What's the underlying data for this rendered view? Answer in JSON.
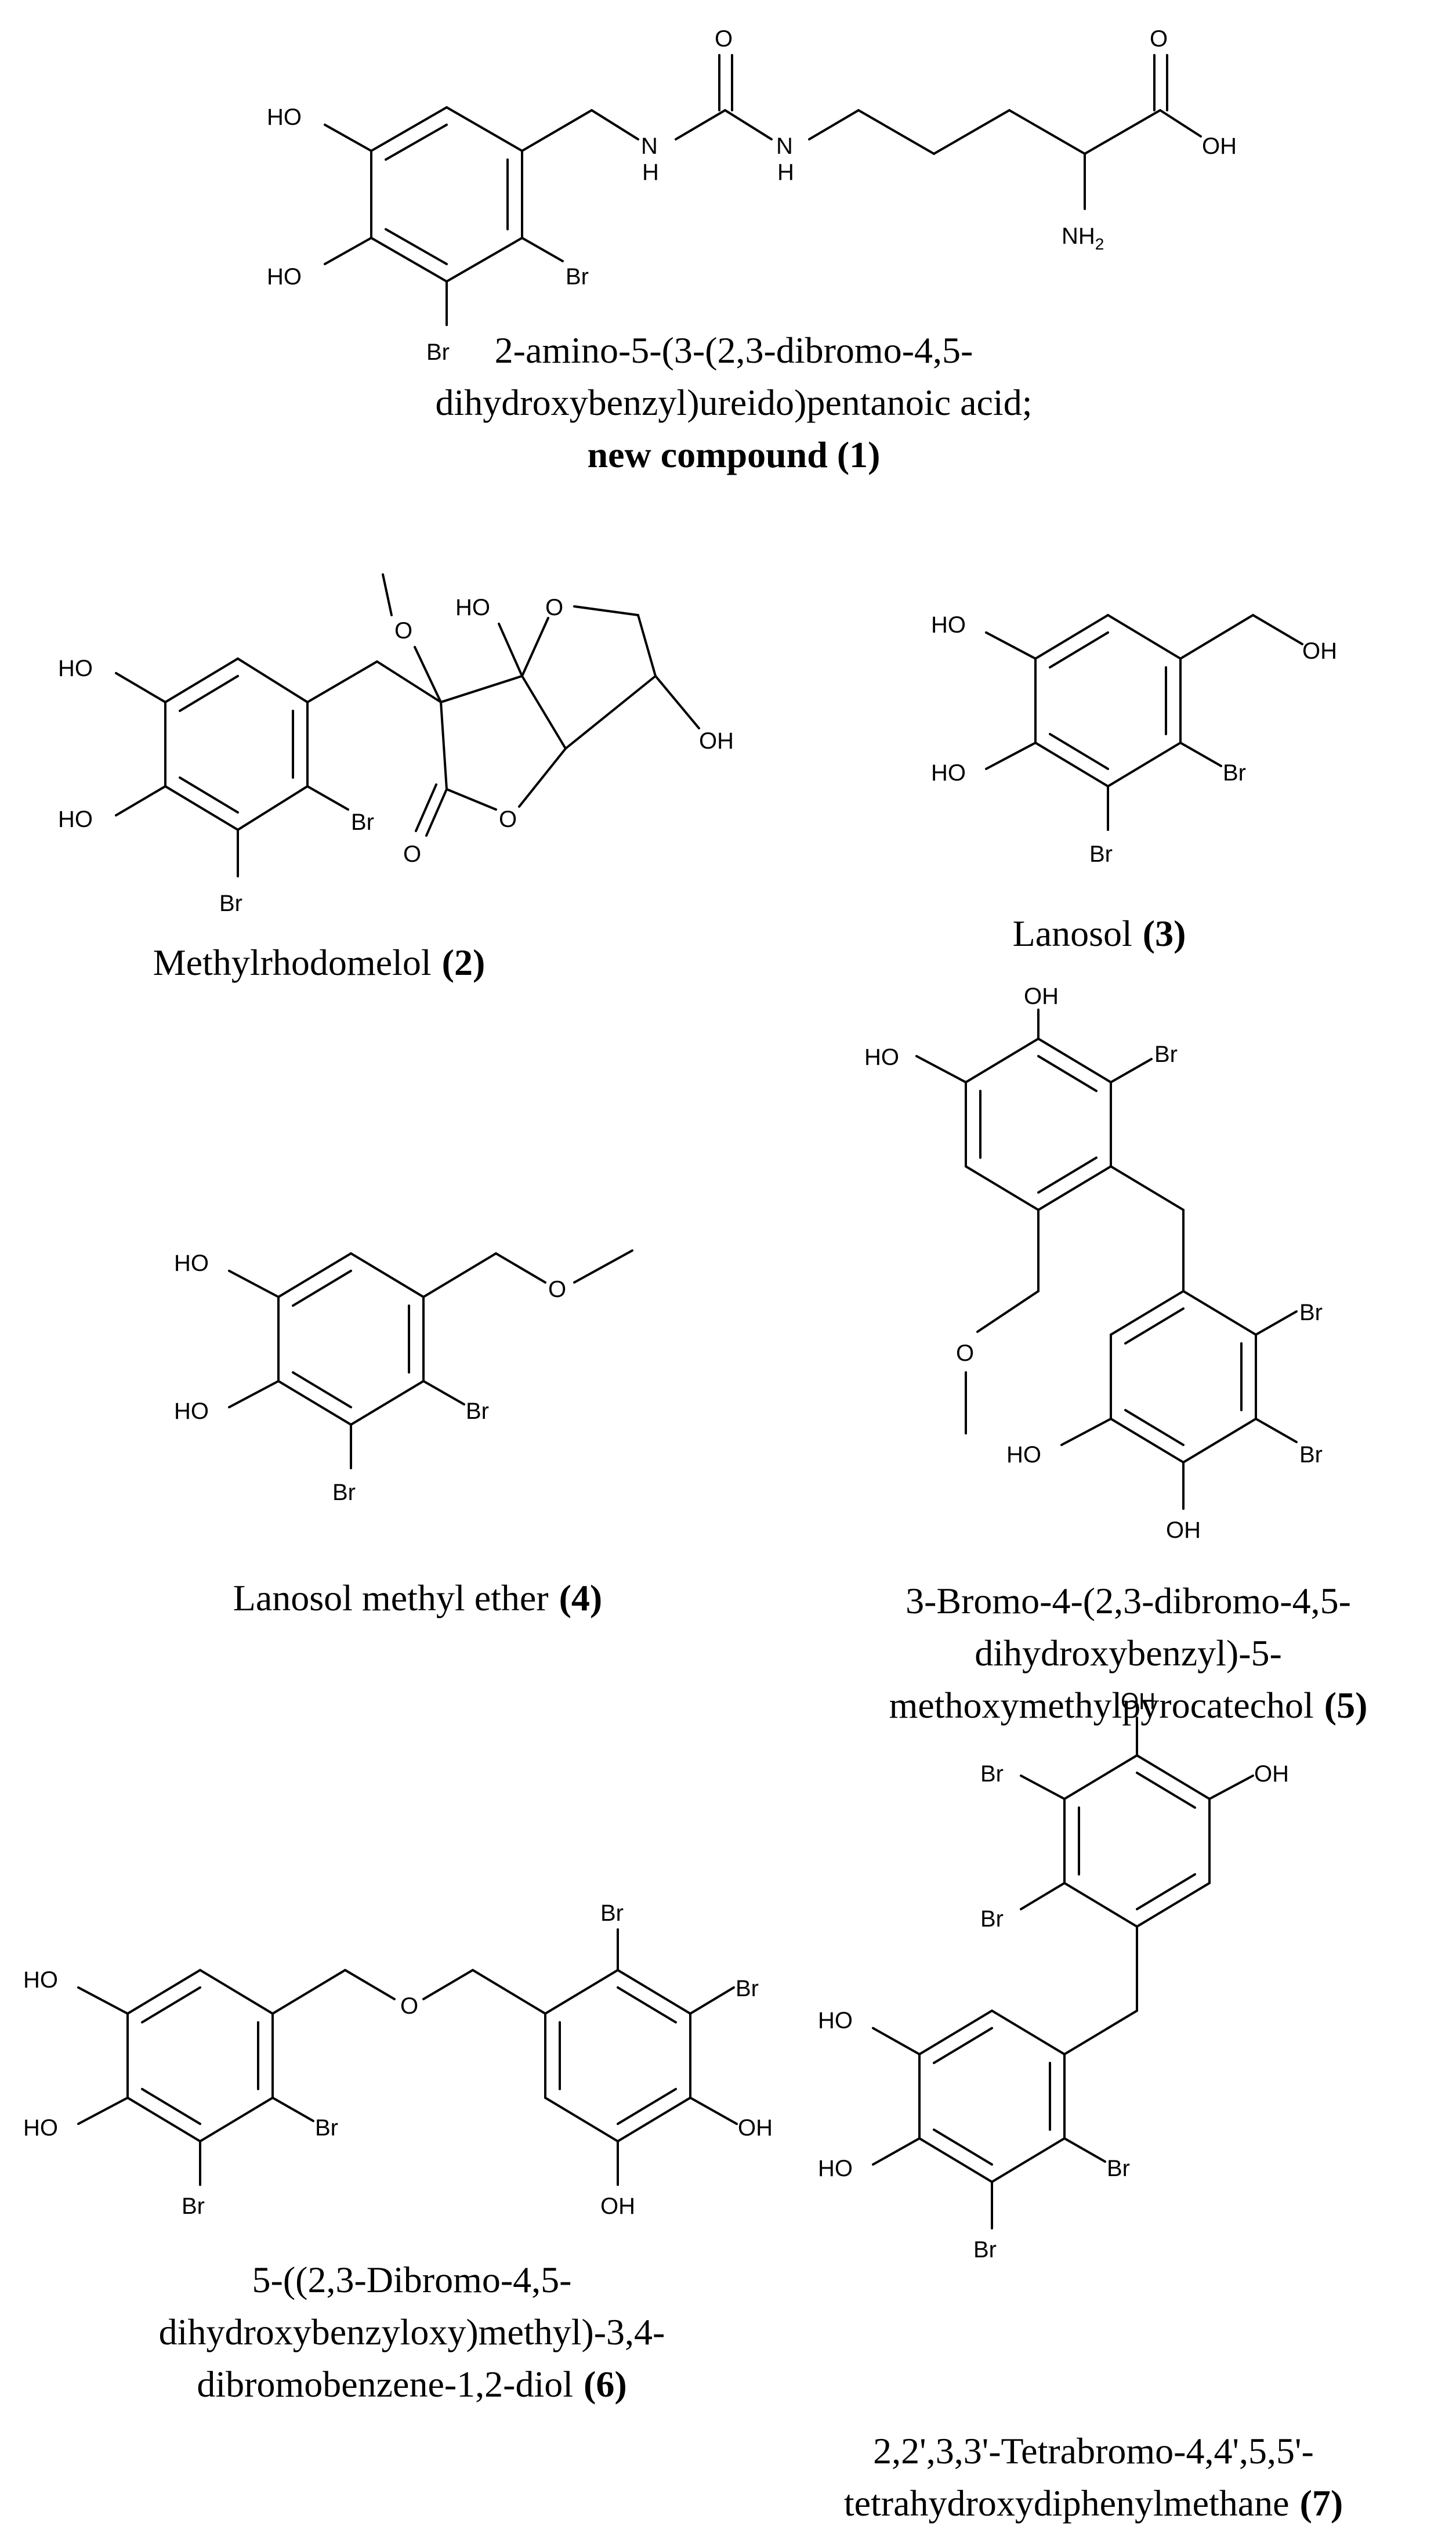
{
  "compounds": [
    {
      "id": "c1",
      "caption_lines": [
        "2-amino-5-(3-(2,3-dibromo-4,5-",
        "dihydroxybenzyl)ureido)pentanoic  acid;"
      ],
      "caption_bold_line": "new compound  (1)",
      "number": "",
      "atoms": {
        "ho1": "HO",
        "ho2": "HO",
        "br1": "Br",
        "br2": "Br",
        "n1": "N",
        "h1": "H",
        "n2": "N",
        "h2": "H",
        "o1": "O",
        "o2": "O",
        "oh": "OH",
        "nh2": "NH",
        "sub2": "2"
      }
    },
    {
      "id": "c2",
      "caption_lines": [
        "Methylrhodomelol"
      ],
      "number": "(2)",
      "atoms": {
        "ho1": "HO",
        "ho2": "HO",
        "br1": "Br",
        "br2": "Br",
        "ho3": "HO",
        "o_ring": "O",
        "o_ring2": "O",
        "o_me": "O",
        "o_keto": "O",
        "oh": "OH"
      }
    },
    {
      "id": "c3",
      "caption_lines": [
        "Lanosol"
      ],
      "number": "(3)",
      "atoms": {
        "ho1": "HO",
        "ho2": "HO",
        "br1": "Br",
        "br2": "Br",
        "oh": "OH"
      }
    },
    {
      "id": "c4",
      "caption_lines": [
        "Lanosol  methyl  ether"
      ],
      "number": "(4)",
      "atoms": {
        "ho1": "HO",
        "ho2": "HO",
        "br1": "Br",
        "br2": "Br",
        "o": "O"
      }
    },
    {
      "id": "c5",
      "caption_lines": [
        "3-Bromo-4-(2,3-dibromo-4,5-",
        "dihydroxybenzyl)-5-",
        "methoxymethylpyrocatechol"
      ],
      "number": "(5)",
      "atoms": {
        "oh1": "OH",
        "ho1": "HO",
        "br1": "Br",
        "o": "O",
        "br2": "Br",
        "br3": "Br",
        "ho2": "HO",
        "oh2": "OH"
      }
    },
    {
      "id": "c6",
      "caption_lines": [
        "5-((2,3-Dibromo-4,5-",
        "dihydroxybenzyloxy)methyl)-3,4-",
        "dibromobenzene-1,2-diol"
      ],
      "number": "(6)",
      "atoms": {
        "ho1": "HO",
        "ho2": "HO",
        "br1": "Br",
        "br2": "Br",
        "o": "O",
        "br3": "Br",
        "br4": "Br",
        "oh1": "OH",
        "oh2": "OH"
      }
    },
    {
      "id": "c7",
      "caption_lines": [
        "2,2',3,3'-Tetrabromo-4,4',5,5'-",
        "tetrahydroxydiphenylmethane"
      ],
      "number": "(7)",
      "atoms": {
        "oh1": "OH",
        "oh2": "OH",
        "br1": "Br",
        "br2": "Br",
        "ho1": "HO",
        "ho2": "HO",
        "br3": "Br",
        "br4": "Br"
      }
    }
  ]
}
